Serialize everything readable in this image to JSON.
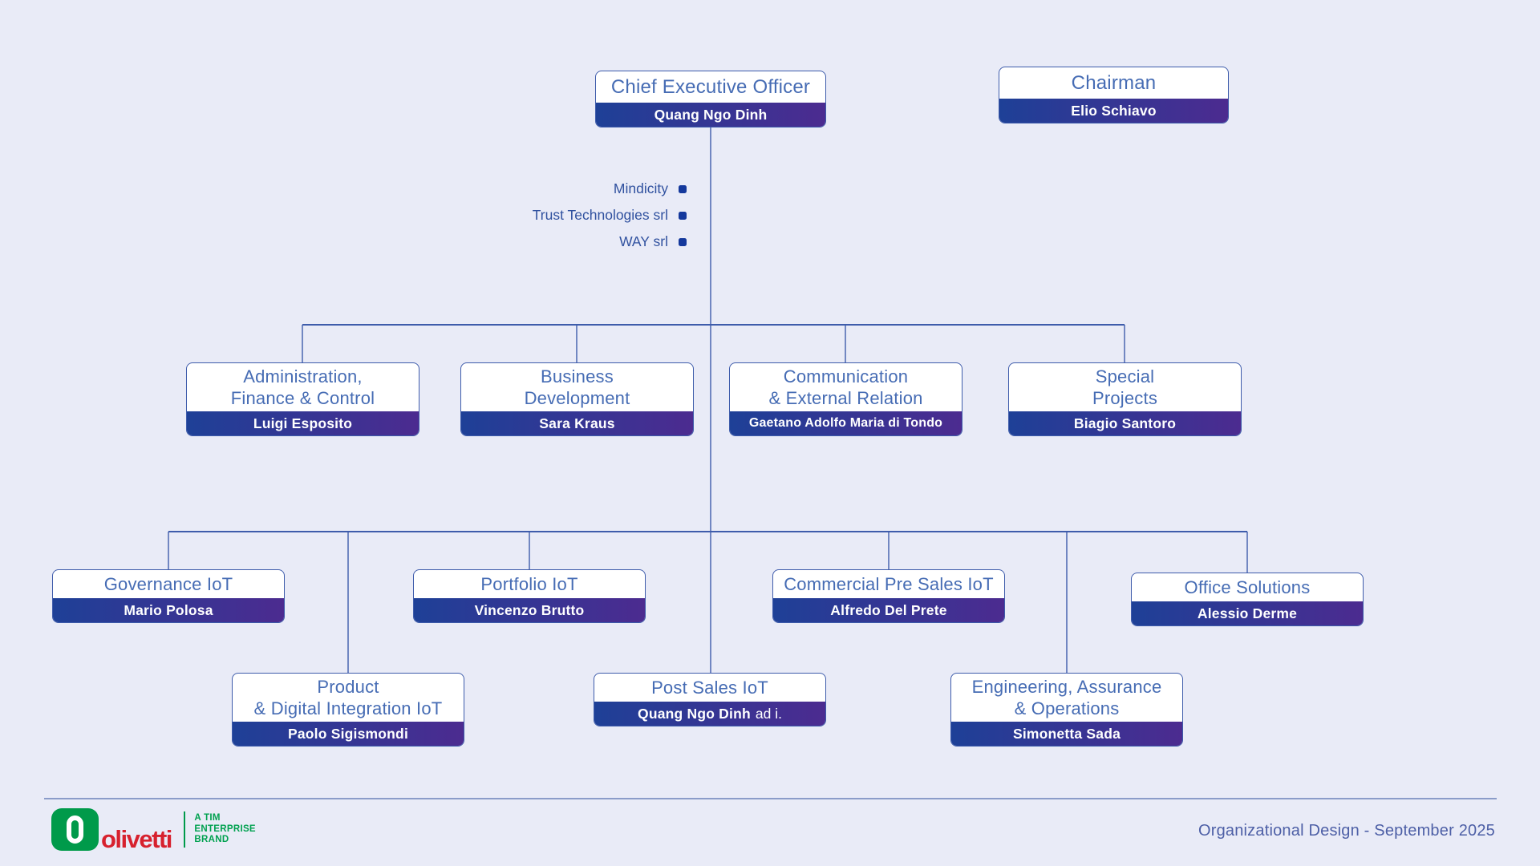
{
  "colors": {
    "background": "#e9ebf7",
    "box_border": "#3e5cab",
    "title_text": "#466cb4",
    "band_gradient_left": "#1e4097",
    "band_gradient_right": "#4c2b90",
    "name_text": "#ffffff",
    "connector": "#3e5cab",
    "subsidiary_text": "#30519f",
    "bullet": "#14389c",
    "divider": "#8b9cc9",
    "logo_green": "#009a4a",
    "logo_red": "#d7212e",
    "footer_text": "#4d5fa6"
  },
  "chart": {
    "ceo": {
      "title": "Chief  Executive Officer",
      "name": "Quang Ngo Dinh"
    },
    "chairman": {
      "title": "Chairman",
      "name": "Elio Schiavo"
    },
    "subsidiaries": [
      {
        "label": "Mindicity"
      },
      {
        "label": "Trust Technologies srl"
      },
      {
        "label": "WAY srl"
      }
    ],
    "level2": [
      {
        "title": "Administration,\nFinance & Control",
        "name": "Luigi Esposito"
      },
      {
        "title": "Business\nDevelopment",
        "name": "Sara Kraus"
      },
      {
        "title": "Communication\n& External Relation",
        "name": "Gaetano Adolfo Maria di Tondo"
      },
      {
        "title": "Special\nProjects",
        "name": "Biagio Santoro"
      }
    ],
    "level3_top": [
      {
        "title": "Governance IoT",
        "name": "Mario Polosa"
      },
      {
        "title": "Portfolio IoT",
        "name": "Vincenzo Brutto"
      },
      {
        "title": "Commercial Pre Sales IoT",
        "name": "Alfredo Del Prete"
      },
      {
        "title": "Office Solutions",
        "name": "Alessio Derme"
      }
    ],
    "level3_bottom": [
      {
        "title": "Product\n& Digital Integration IoT",
        "name": "Paolo Sigismondi"
      },
      {
        "title": "Post Sales IoT",
        "name": "Quang Ngo Dinh",
        "name_suffix": "ad i."
      },
      {
        "title": "Engineering, Assurance\n& Operations",
        "name": "Simonetta Sada"
      }
    ]
  },
  "footer": {
    "logo_word": "olivetti",
    "brand_text": "A TIM\nENTERPRISE\nBRAND",
    "caption": "Organizational Design - September 2025"
  }
}
